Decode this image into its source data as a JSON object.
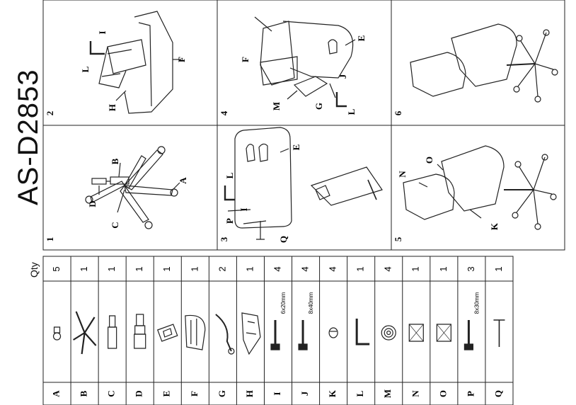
{
  "model": "AS-D2853",
  "qty_header": "Qty",
  "steps": [
    "1",
    "2",
    "3",
    "4",
    "5",
    "6"
  ],
  "step_callouts": {
    "1": [
      "A",
      "B",
      "C",
      "D"
    ],
    "2": [
      "F",
      "H",
      "I",
      "L"
    ],
    "3": [
      "E",
      "L",
      "P",
      "I",
      "Q"
    ],
    "4": [
      "E",
      "F",
      "M",
      "G",
      "J",
      "L"
    ],
    "5": [
      "N",
      "O",
      "K"
    ]
  },
  "parts": [
    {
      "letter": "A",
      "qty": "5",
      "size": ""
    },
    {
      "letter": "B",
      "qty": "1",
      "size": ""
    },
    {
      "letter": "C",
      "qty": "1",
      "size": ""
    },
    {
      "letter": "D",
      "qty": "1",
      "size": ""
    },
    {
      "letter": "E",
      "qty": "1",
      "size": ""
    },
    {
      "letter": "F",
      "qty": "1",
      "size": ""
    },
    {
      "letter": "G",
      "qty": "2",
      "size": ""
    },
    {
      "letter": "H",
      "qty": "1",
      "size": ""
    },
    {
      "letter": "I",
      "qty": "4",
      "size": "6x20mm"
    },
    {
      "letter": "J",
      "qty": "4",
      "size": "8x40mm"
    },
    {
      "letter": "K",
      "qty": "4",
      "size": ""
    },
    {
      "letter": "L",
      "qty": "1",
      "size": ""
    },
    {
      "letter": "M",
      "qty": "4",
      "size": ""
    },
    {
      "letter": "N",
      "qty": "1",
      "size": ""
    },
    {
      "letter": "O",
      "qty": "1",
      "size": ""
    },
    {
      "letter": "P",
      "qty": "3",
      "size": "8x30mm"
    },
    {
      "letter": "Q",
      "qty": "1",
      "size": ""
    }
  ],
  "part_icons": [
    "caster-icon",
    "star-base-icon",
    "gas-lift-icon",
    "lift-cover-icon",
    "seat-mechanism-icon",
    "armrest-icon",
    "side-bracket-icon",
    "back-frame-icon",
    "bolt-icon",
    "bolt-icon",
    "cap-icon",
    "allen-key-icon",
    "washer-icon",
    "cover-plate-icon",
    "cover-plate-icon",
    "bolt-icon",
    "t-wrench-icon"
  ]
}
